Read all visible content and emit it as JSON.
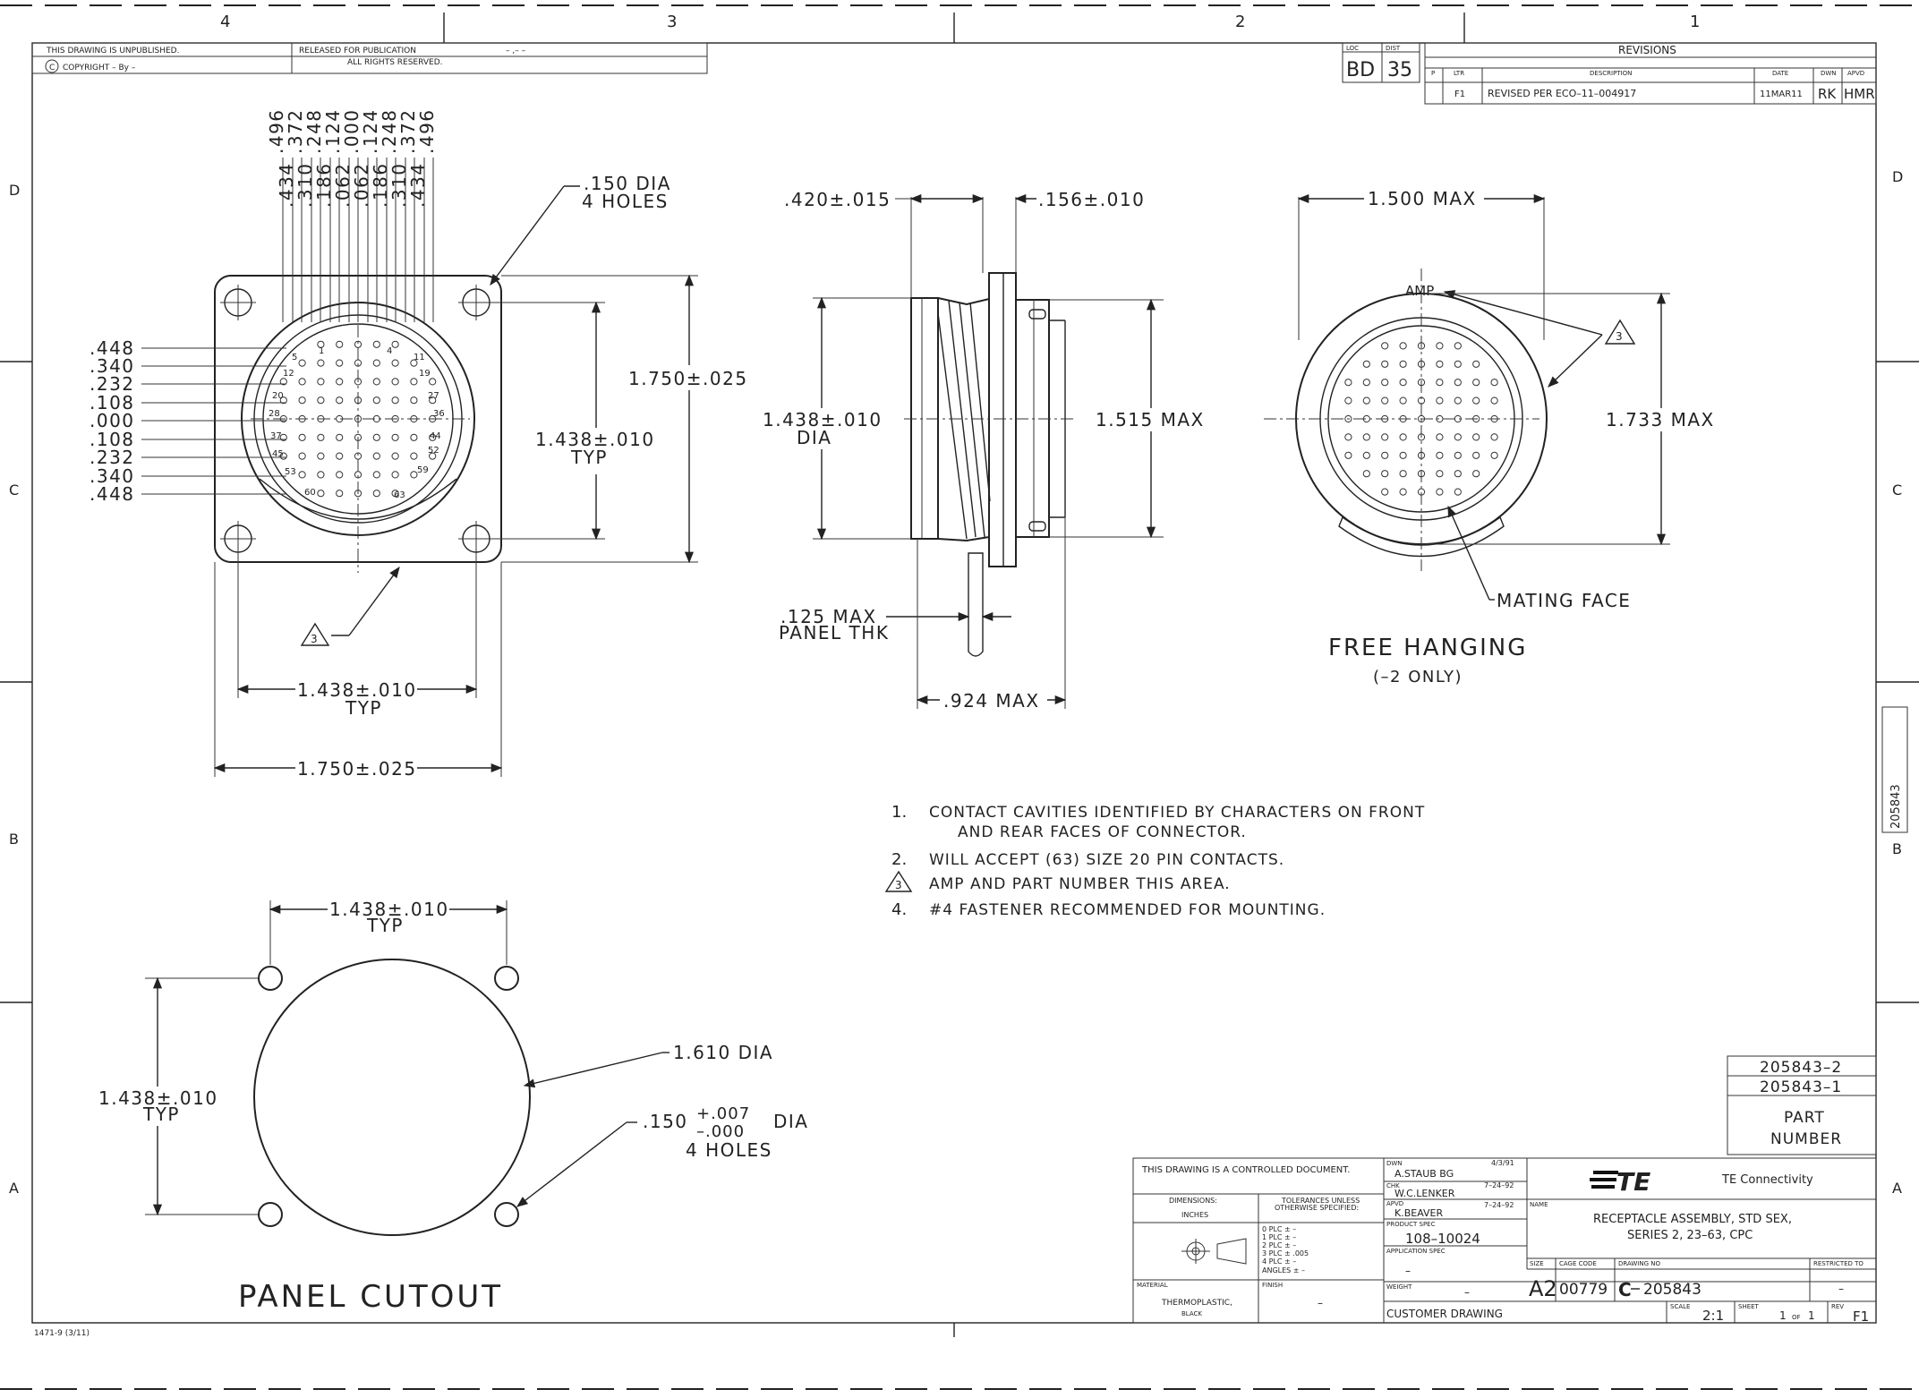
{
  "border": {
    "zones_top": [
      "4",
      "3",
      "2",
      "1"
    ],
    "zones_side": [
      "D",
      "C",
      "B",
      "A"
    ],
    "form_number": "1471-9  (3/11)"
  },
  "header_block": {
    "unpublished": "THIS DRAWING IS UNPUBLISHED.",
    "released": "RELEASED FOR PUBLICATION",
    "copyright": "COPYRIGHT  –   By –",
    "rights": "ALL RIGHTS RESERVED.",
    "dash": "–  ,–  –"
  },
  "loc_dist": {
    "loc_label": "LOC",
    "loc_value": "BD",
    "dist_label": "DIST",
    "dist_value": "35"
  },
  "revisions": {
    "title": "REVISIONS",
    "headers": {
      "p": "P",
      "ltr": "LTR",
      "description": "DESCRIPTION",
      "date": "DATE",
      "dwn": "DWN",
      "apvd": "APVD"
    },
    "row": {
      "ltr": "F1",
      "description": "REVISED PER ECO–11–004917",
      "date": "11MAR11",
      "dwn": "RK",
      "apvd": "HMR"
    }
  },
  "front_view": {
    "top_dims_a": [
      ".496",
      ".372",
      ".248",
      ".124",
      ".000",
      ".124",
      ".248",
      ".372",
      ".496"
    ],
    "top_dims_b": [
      ".434",
      ".310",
      ".186",
      ".062",
      ".062",
      ".186",
      ".310",
      ".434"
    ],
    "left_dims": [
      ".448",
      ".340",
      ".232",
      ".108",
      ".000",
      ".108",
      ".232",
      ".340",
      ".448"
    ],
    "pin_labels": [
      "1",
      "4",
      "5",
      "11",
      "12",
      "19",
      "20",
      "27",
      "28",
      "36",
      "37",
      "44",
      "45",
      "52",
      "53",
      "59",
      "60",
      "63"
    ],
    "hole_dia": ".150  DIA",
    "hole_count": "4  HOLES",
    "dim_1750_v": "1.750±.025",
    "dim_1438_v": "1.438±.010",
    "dim_1438_v_typ": "TYP",
    "dim_1438_h": "1.438±.010",
    "dim_1438_h_typ": "TYP",
    "dim_1750_h": "1.750±.025",
    "note_flag": "3"
  },
  "side_view": {
    "dim_420": ".420±.015",
    "dim_156": ".156±.010",
    "dim_1438": "1.438±.010",
    "dim_1438_dia": "DIA",
    "dim_1515": "1.515  MAX",
    "dim_125": ".125  MAX",
    "panel_thk": "PANEL  THK",
    "dim_924": ".924  MAX"
  },
  "free_hanging": {
    "dim_1500": "1.500  MAX",
    "amp": "AMP",
    "dim_1733": "1.733  MAX",
    "mating_face": "MATING  FACE",
    "title": "FREE  HANGING",
    "subtitle": "(–2  ONLY)",
    "note_flag": "3"
  },
  "notes": [
    {
      "num": "1.",
      "text": "CONTACT  CAVITIES  IDENTIFIED  BY  CHARACTERS  ON  FRONT",
      "text2": "AND  REAR  FACES  OF  CONNECTOR."
    },
    {
      "num": "2.",
      "text": "WILL  ACCEPT  (63)  SIZE  20  PIN  CONTACTS."
    },
    {
      "num": "3",
      "text": "AMP  AND  PART  NUMBER  THIS  AREA."
    },
    {
      "num": "4.",
      "text": "#4  FASTENER  RECOMMENDED  FOR  MOUNTING."
    }
  ],
  "panel_cutout": {
    "dim_1438_top": "1.438±.010",
    "typ_top": "TYP",
    "dim_1438_left": "1.438±.010",
    "typ_left": "TYP",
    "dim_1610": "1.610  DIA",
    "dim_150": ".150",
    "tol_plus": "+.007",
    "tol_minus": "–.000",
    "dia": "DIA",
    "holes": "4  HOLES",
    "title": "PANEL  CUTOUT"
  },
  "part_numbers": {
    "items": [
      "205843–2",
      "205843–1"
    ],
    "label1": "PART",
    "label2": "NUMBER",
    "side_tab": "205843"
  },
  "title_block": {
    "controlled": "THIS  DRAWING  IS  A  CONTROLLED  DOCUMENT.",
    "dimensions": "DIMENSIONS:",
    "inches": "INCHES",
    "tolerances1": "TOLERANCES  UNLESS",
    "tolerances2": "OTHERWISE  SPECIFIED:",
    "tol_rows": [
      "0  PLC      ±  –",
      "1  PLC      ±  –",
      "2  PLC      ±  –",
      "3  PLC      ±  .005",
      "4  PLC      ±  –",
      "ANGLES        ±  –"
    ],
    "material_label": "MATERIAL",
    "material1": "THERMOPLASTIC,",
    "material2": "BLACK",
    "finish_label": "FINISH",
    "finish_value": "–",
    "dwn_label": "DWN",
    "dwn_name": "A.STAUB  BG",
    "dwn_date": "4/3/91",
    "chk_label": "CHK",
    "chk_name": "W.C.LENKER",
    "chk_date": "7–24–92",
    "apvd_label": "APVD",
    "apvd_name": "K.BEAVER",
    "apvd_date": "7–24–92",
    "product_spec_label": "PRODUCT  SPEC",
    "product_spec": "108–10024",
    "app_spec_label": "APPLICATION  SPEC",
    "app_spec": "–",
    "weight_label": "WEIGHT",
    "weight": "–",
    "customer": "CUSTOMER  DRAWING",
    "company": "TE  Connectivity",
    "logo": "TE",
    "name_label": "NAME",
    "name1": "RECEPTACLE  ASSEMBLY,  STD  SEX,",
    "name2": "SERIES  2,  23–63,  CPC",
    "size_label": "SIZE",
    "size": "A2",
    "cage_label": "CAGE  CODE",
    "cage": "00779",
    "dwg_label": "DRAWING  NO",
    "dwg_no": "205843",
    "restricted_label": "RESTRICTED  TO",
    "restricted": "–",
    "scale_label": "SCALE",
    "scale": "2:1",
    "sheet_label": "SHEET",
    "sheet": "1",
    "of": "OF",
    "of_total": "1",
    "rev_label": "REV",
    "rev": "F1"
  }
}
